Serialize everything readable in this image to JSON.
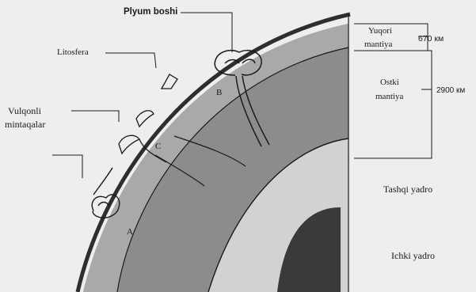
{
  "labels": {
    "plume_head": "Plyum boshi",
    "lithosphere": "Litosfera",
    "volcanic_zones_line1": "Vulqonli",
    "volcanic_zones_line2": "mintaqalar",
    "upper_mantle_line1": "Yuqori",
    "upper_mantle_line2": "mantiya",
    "upper_mantle_depth": "670 км",
    "lower_mantle_line1": "Ostki",
    "lower_mantle_line2": "mantiya",
    "lower_mantle_depth": "2900 км",
    "outer_core": "Tashqi yadro",
    "inner_core": "Ichki yadro",
    "marker_a": "A",
    "marker_b": "B",
    "marker_c": "C"
  },
  "colors": {
    "background": "#eeeeee",
    "lower_mantle": "#8c8c8c",
    "upper_mantle": "#a9a9a9",
    "outer_core": "#d2d2d2",
    "inner_core": "#3a3a3a",
    "crust": "#2e2e2e",
    "line": "#1a1a1a"
  }
}
